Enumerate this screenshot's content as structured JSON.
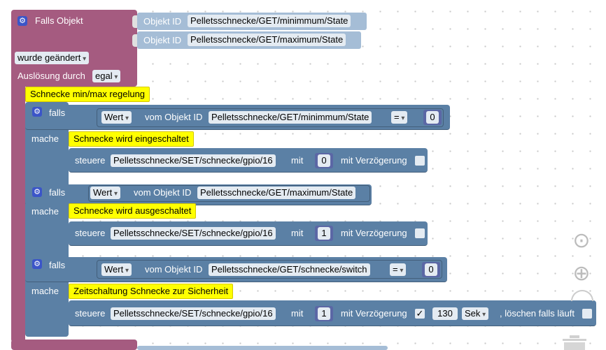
{
  "trigger": {
    "title": "Falls Objekt",
    "prefix_1": "Objekt ID",
    "object_1": "Pelletsschnecke/GET/minimmum/State",
    "prefix_2": "Objekt ID",
    "object_2": "Pelletsschnecke/GET/maximum/State",
    "event": "wurde geändert",
    "trigger_label": "Auslösung durch",
    "trigger_value": "egal"
  },
  "comment_main": "Schnecke min/max regelung",
  "block1": {
    "falls": "falls",
    "value_dd": "Wert",
    "from_label": "vom Objekt ID",
    "object": "Pelletsschnecke/GET/minimmum/State",
    "op": "=",
    "compare": "0",
    "mache": "mache",
    "comment": "Schnecke wird eingeschaltet",
    "steuere": "steuere",
    "target": "Pelletsschnecke/SET/schnecke/gpio/16",
    "mit": "mit",
    "value": "0",
    "delay_label": "mit Verzögerung",
    "delay_checked": ""
  },
  "block2": {
    "falls": "falls",
    "value_dd": "Wert",
    "from_label": "vom Objekt ID",
    "object": "Pelletsschnecke/GET/maximum/State",
    "mache": "mache",
    "comment": "Schnecke wird ausgeschaltet",
    "steuere": "steuere",
    "target": "Pelletsschnecke/SET/schnecke/gpio/16",
    "mit": "mit",
    "value": "1",
    "delay_label": "mit Verzögerung",
    "delay_checked": ""
  },
  "block3": {
    "falls": "falls",
    "value_dd": "Wert",
    "from_label": "vom Objekt ID",
    "object": "Pelletsschnecke/GET/schnecke/switch",
    "op": "=",
    "compare": "0",
    "mache": "mache",
    "comment": "Zeitschaltung Schnecke zur Sicherheit",
    "steuere": "steuere",
    "target": "Pelletsschnecke/SET/schnecke/gpio/16",
    "mit": "mit",
    "value": "1",
    "delay_label": "mit Verzögerung",
    "delay_checked": "✓",
    "delay_value": "130",
    "unit": "Sek",
    "clear_label": ", löschen falls läuft",
    "clear_checked": ""
  },
  "icons": {
    "gear": "gear-icon",
    "target": "crosshair-icon",
    "zoom_in": "plus-icon",
    "trash": "trash-icon"
  },
  "colors": {
    "event": "#a55b80",
    "logic": "#5b80a5",
    "comment": "#ffff00",
    "number": "#5b67a5",
    "field": "#e4ebf2"
  }
}
